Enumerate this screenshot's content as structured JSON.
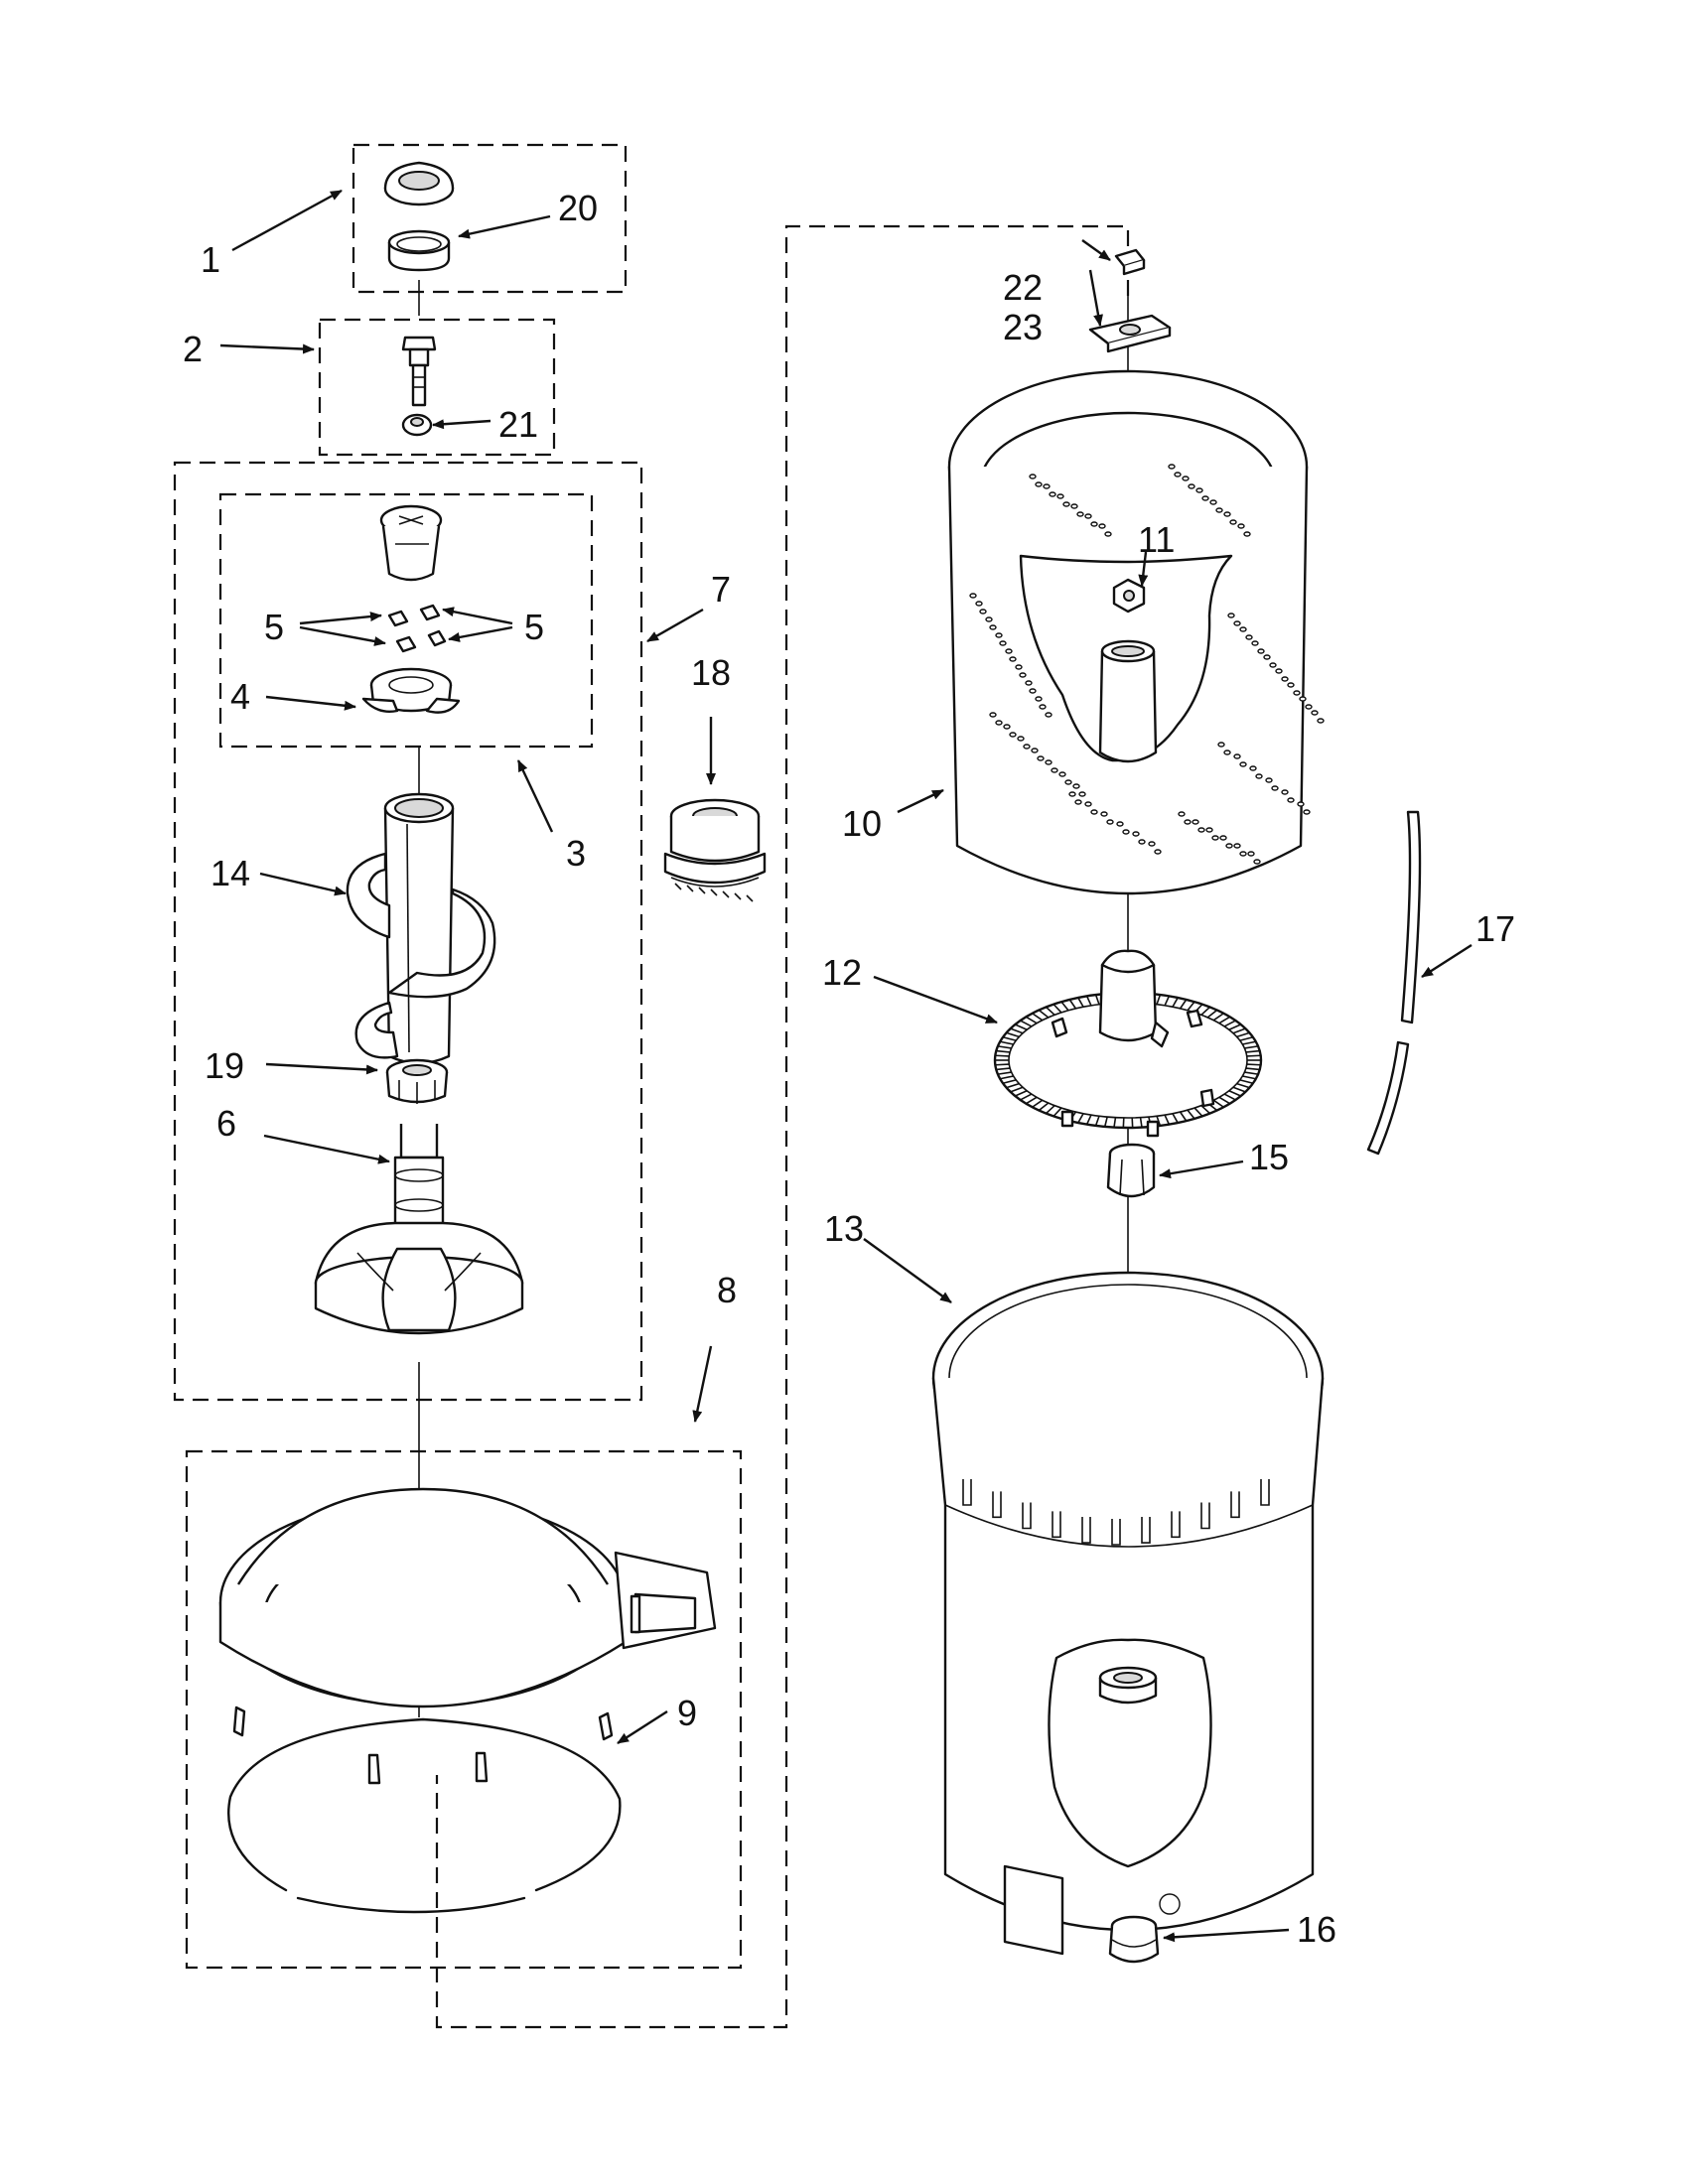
{
  "diagram": {
    "callouts": [
      {
        "id": "1",
        "text": "1"
      },
      {
        "id": "2",
        "text": "2"
      },
      {
        "id": "3",
        "text": "3"
      },
      {
        "id": "4",
        "text": "4"
      },
      {
        "id": "5a",
        "text": "5"
      },
      {
        "id": "5b",
        "text": "5"
      },
      {
        "id": "6",
        "text": "6"
      },
      {
        "id": "7",
        "text": "7"
      },
      {
        "id": "8",
        "text": "8"
      },
      {
        "id": "9",
        "text": "9"
      },
      {
        "id": "10",
        "text": "10"
      },
      {
        "id": "11",
        "text": "11"
      },
      {
        "id": "12",
        "text": "12"
      },
      {
        "id": "13",
        "text": "13"
      },
      {
        "id": "14",
        "text": "14"
      },
      {
        "id": "15",
        "text": "15"
      },
      {
        "id": "16",
        "text": "16"
      },
      {
        "id": "17",
        "text": "17"
      },
      {
        "id": "18",
        "text": "18"
      },
      {
        "id": "19",
        "text": "19"
      },
      {
        "id": "20",
        "text": "20"
      },
      {
        "id": "21",
        "text": "21"
      },
      {
        "id": "22",
        "text": "22"
      },
      {
        "id": "23",
        "text": "23"
      }
    ]
  }
}
